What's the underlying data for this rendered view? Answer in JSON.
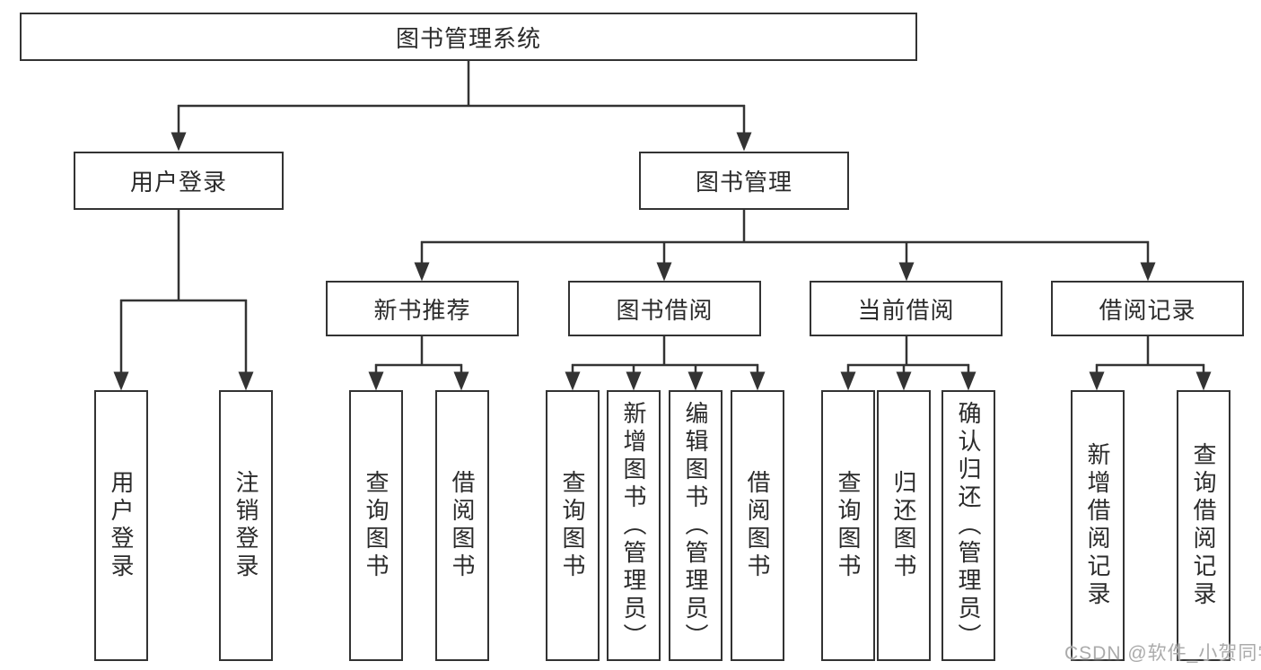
{
  "title": "图书管理系统",
  "watermark": "CSDN @软件_小贺同学",
  "colors": {
    "line": "#333333",
    "box_border": "#333333",
    "text": "#2b2b2b",
    "background": "#ffffff",
    "watermark": "#ababab"
  },
  "tree": {
    "label": "图书管理系统",
    "children": [
      {
        "label": "用户登录",
        "children": [
          {
            "label": "用户登录"
          },
          {
            "label": "注销登录"
          }
        ]
      },
      {
        "label": "图书管理",
        "children": [
          {
            "label": "新书推荐",
            "children": [
              {
                "label": "查询图书"
              },
              {
                "label": "借阅图书"
              }
            ]
          },
          {
            "label": "图书借阅",
            "children": [
              {
                "label": "查询图书"
              },
              {
                "label": "新增图书（管理员）"
              },
              {
                "label": "编辑图书（管理员）"
              },
              {
                "label": "借阅图书"
              }
            ]
          },
          {
            "label": "当前借阅",
            "children": [
              {
                "label": "查询图书"
              },
              {
                "label": "归还图书"
              },
              {
                "label": "确认归还（管理员）"
              }
            ]
          },
          {
            "label": "借阅记录",
            "children": [
              {
                "label": "新增借阅记录"
              },
              {
                "label": "查询借阅记录"
              }
            ]
          }
        ]
      }
    ]
  }
}
